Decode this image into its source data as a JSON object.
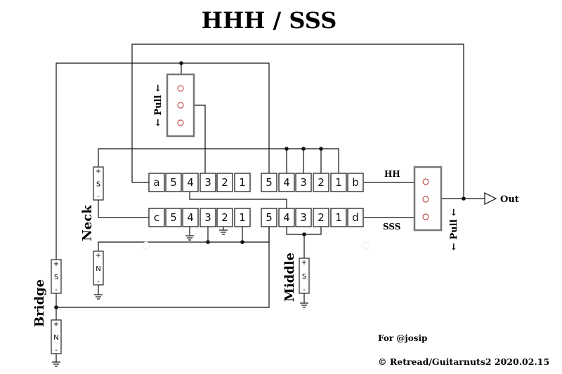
{
  "title": "HHH / SSS",
  "switch": {
    "row1_terminals": [
      "a",
      "5",
      "4",
      "3",
      "2",
      "1",
      "5",
      "4",
      "3",
      "2",
      "1",
      "b"
    ],
    "row2_terminals": [
      "c",
      "5",
      "4",
      "3",
      "2",
      "1",
      "5",
      "4",
      "3",
      "2",
      "1",
      "d"
    ]
  },
  "labels": {
    "hh": "HH",
    "sss": "SSS",
    "out": "Out",
    "pull_top": "← Pull ←",
    "pull_right": "← Pull ←",
    "neck": "Neck",
    "middle": "Middle",
    "bridge": "Bridge"
  },
  "coil_letters": {
    "south": "S",
    "north": "N"
  },
  "polarity": {
    "plus": "+",
    "minus": "-"
  },
  "footer": {
    "for_text": "For @josip",
    "copyright": "© Retread/Guitarnuts2 2020.02.15"
  }
}
